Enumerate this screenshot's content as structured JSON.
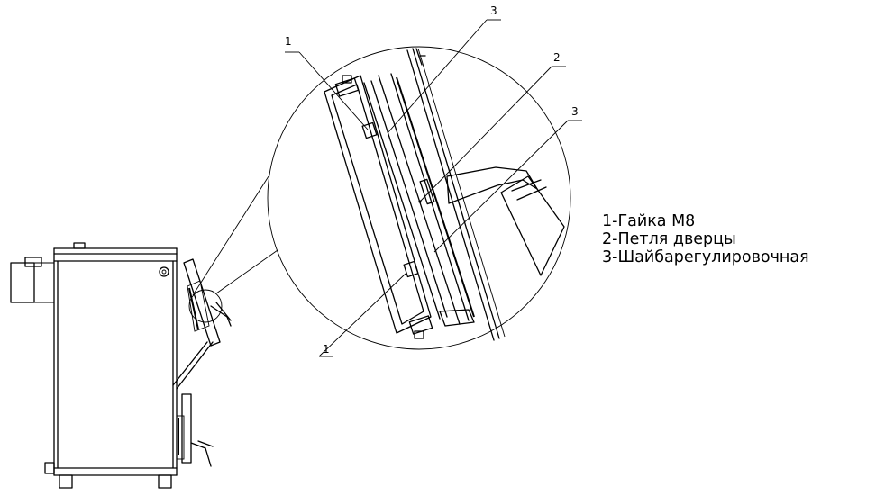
{
  "legend": {
    "items": [
      "1-Гайка М8",
      "2-Петля дверцы",
      "3-Шайбарегулировочная"
    ]
  },
  "callouts": {
    "top_1": "1",
    "top_3": "3",
    "right_2": "2",
    "right_3": "3",
    "bottom_1": "1"
  }
}
